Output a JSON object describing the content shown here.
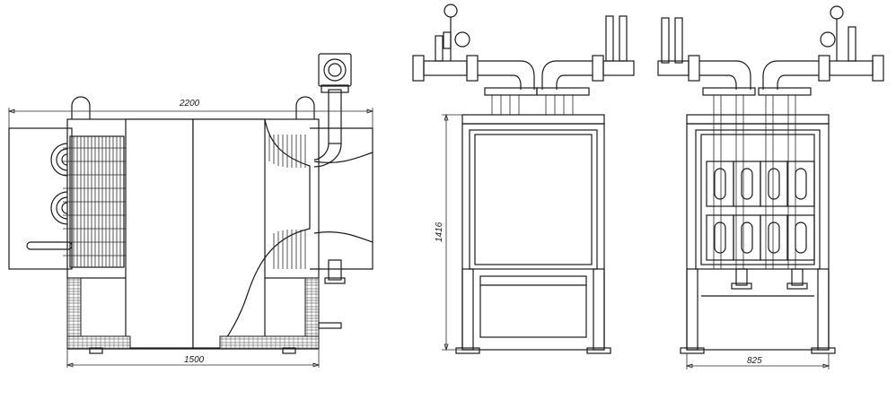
{
  "drawing": {
    "line_color": "#1a1a1a",
    "background": "#ffffff",
    "dimensions": {
      "overall_length": "2200",
      "base_length": "1500",
      "height": "1416",
      "base_width": "825"
    }
  }
}
